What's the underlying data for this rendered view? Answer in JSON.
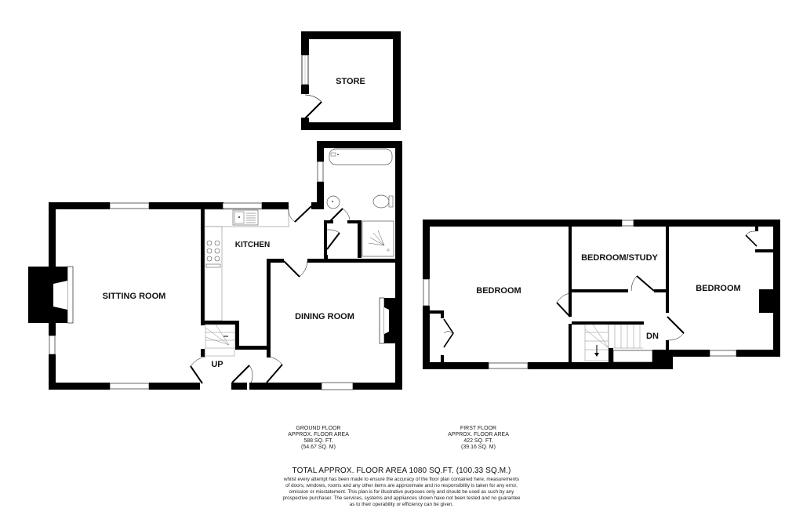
{
  "plan": {
    "ground_floor": {
      "rooms": {
        "store": "STORE",
        "sitting_room": "SITTING ROOM",
        "kitchen": "KITCHEN",
        "dining_room": "DINING ROOM",
        "stairs": "UP"
      },
      "area": {
        "title": "GROUND FLOOR",
        "subtitle": "APPROX. FLOOR AREA",
        "sqft": "588 SQ. FT.",
        "sqm": "(54.67 SQ. M)"
      }
    },
    "first_floor": {
      "rooms": {
        "bedroom_1": "BEDROOM",
        "bedroom_study": "BEDROOM/STUDY",
        "bedroom_2": "BEDROOM",
        "stairs": "DN"
      },
      "area": {
        "title": "FIRST FLOOR",
        "subtitle": "APPROX. FLOOR AREA",
        "sqft": "422 SQ. FT.",
        "sqm": "(39.16 SQ. M)"
      }
    },
    "total": "TOTAL APPROX. FLOOR AREA 1080 SQ.FT. (100.33 SQ.M.)",
    "disclaimer": [
      "whilst every attempt has been made to ensure the accuracy of the floor plan contained here, measurements",
      "of doors, windows, rooms and any other items are approximate and no responsibility is taken for any error,",
      "omission or misstatement. This plan is for illustrative purposes only and should be used as such by any",
      "prospective purchaser. The services, systems and appliances shown have not been tested and no guarantee",
      "as to their operability or efficiency can be given."
    ]
  },
  "colors": {
    "wall": "#000000",
    "background": "#ffffff",
    "fixture": "#555555"
  }
}
